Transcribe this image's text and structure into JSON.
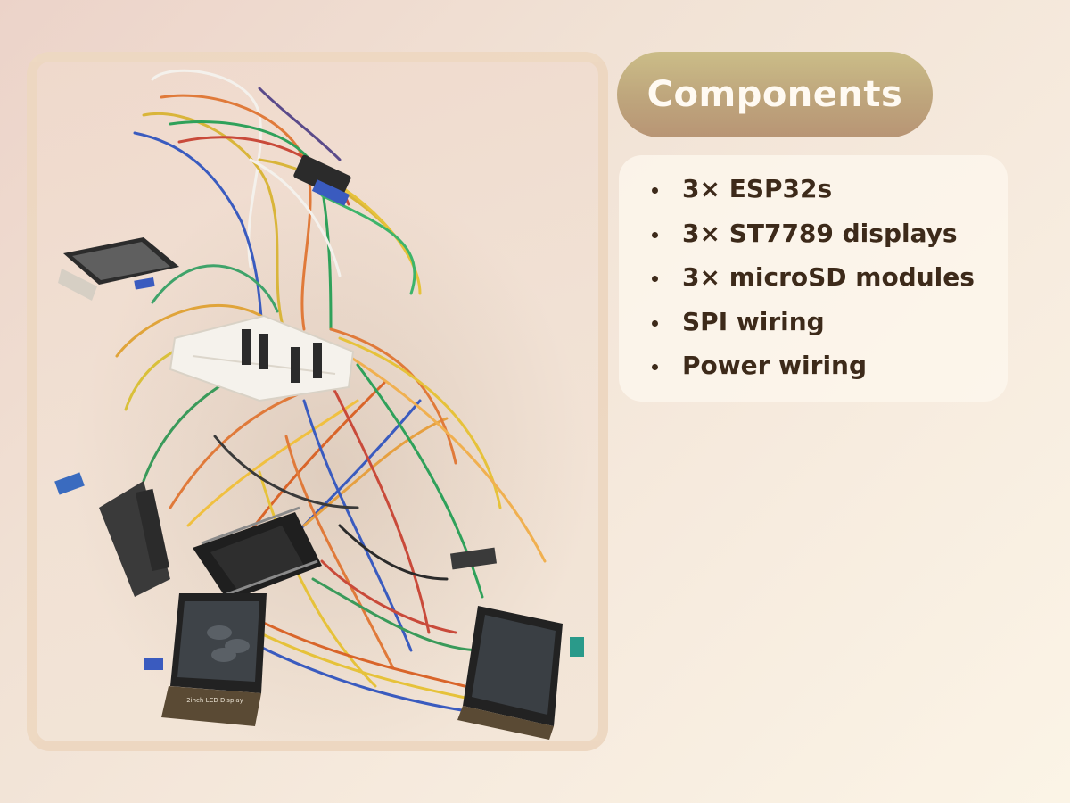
{
  "title": "Components",
  "items": [
    "3× ESP32s",
    "3× ST7789 displays",
    "3× microSD modules",
    "SPI wiring",
    "Power wiring"
  ],
  "photo": {
    "lcd_label": "2inch LCD Display"
  }
}
